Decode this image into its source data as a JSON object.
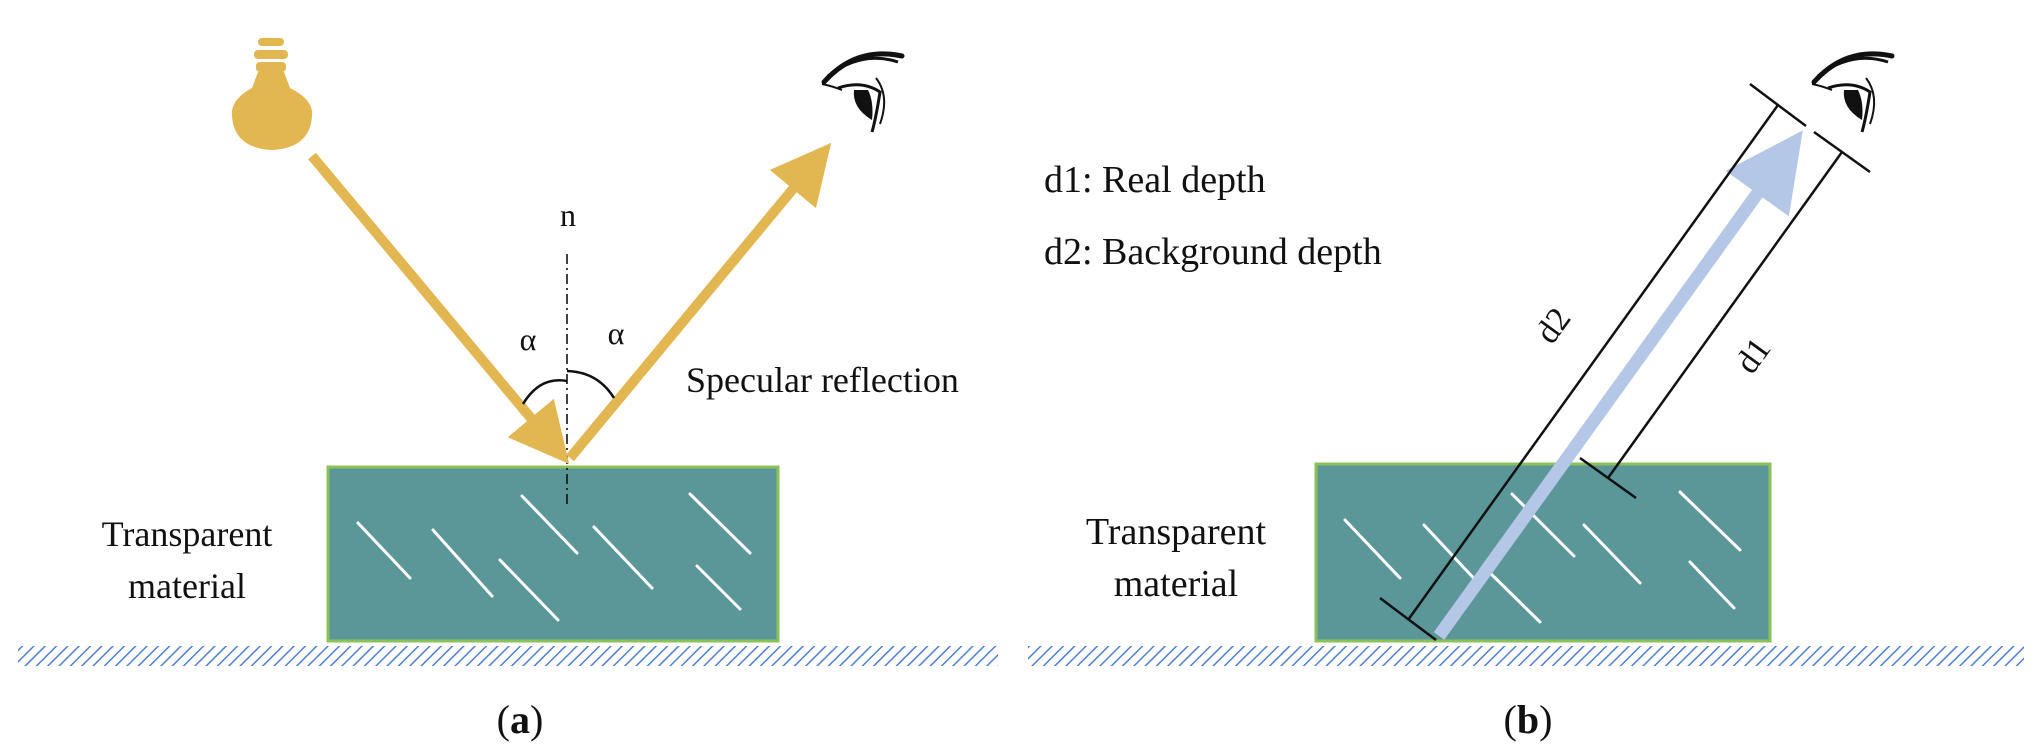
{
  "panel_a": {
    "normal_label": "n",
    "angle_label_left": "α",
    "angle_label_right": "α",
    "reflection_label": "Specular reflection",
    "material_label_line1": "Transparent",
    "material_label_line2": "material",
    "caption_open": "(",
    "caption_letter": "a",
    "caption_close": ")"
  },
  "panel_b": {
    "legend_d1": "d1: Real depth",
    "legend_d2": "d2: Background depth",
    "d1_label": "d1",
    "d2_label": "d2",
    "material_label_line1": "Transparent",
    "material_label_line2": "material",
    "caption_open": "(",
    "caption_letter": "b",
    "caption_close": ")"
  },
  "colors": {
    "ray": "#E2B650",
    "ray_b": "#B4C7E7",
    "material_fill": "#5B9699",
    "material_border": "#8CC15A",
    "ground_hatch": "#4F7FD0",
    "streak": "#FFFFFF",
    "ink": "#111111"
  },
  "icons": [
    "light-bulb-icon",
    "eye-icon"
  ]
}
